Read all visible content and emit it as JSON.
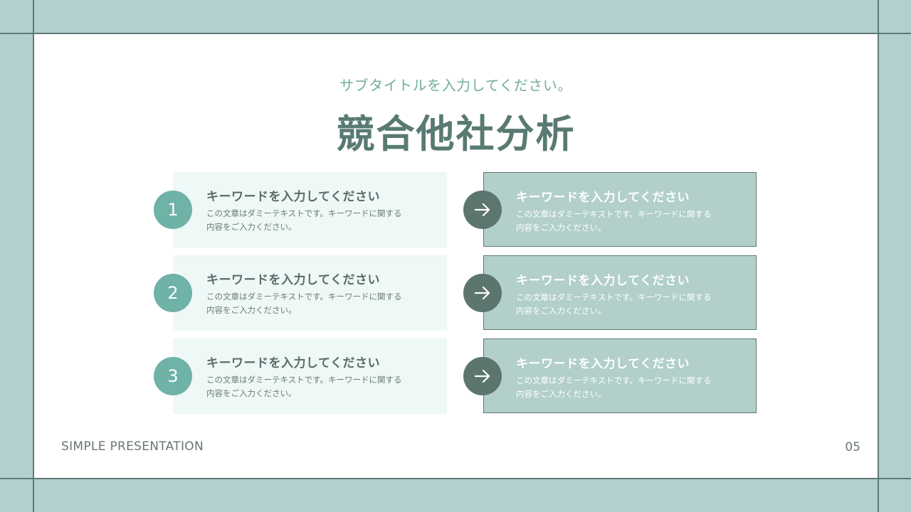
{
  "slide": {
    "subtitle": "サブタイトルを入力してください。",
    "title": "競合他社分析",
    "left_items": [
      {
        "number": "1",
        "heading": "キーワードを入力してください",
        "body_line1": "この文章はダミーテキストです。キーワードに関する",
        "body_line2": "内容をご入力ください。"
      },
      {
        "number": "2",
        "heading": "キーワードを入力してください",
        "body_line1": "この文章はダミーテキストです。キーワードに関する",
        "body_line2": "内容をご入力ください。"
      },
      {
        "number": "3",
        "heading": "キーワードを入力してください",
        "body_line1": "この文章はダミーテキストです。キーワードに関する",
        "body_line2": "内容をご入力ください。"
      }
    ],
    "right_items": [
      {
        "heading": "キーワードを入力してください",
        "body_line1": "この文章はダミーテキストです。キーワードに関する",
        "body_line2": "内容をご入力ください。"
      },
      {
        "heading": "キーワードを入力してください",
        "body_line1": "この文章はダミーテキストです。キーワードに関する",
        "body_line2": "内容をご入力ください。"
      },
      {
        "heading": "キーワードを入力してください",
        "body_line1": "この文章はダミーテキストです。キーワードに関する",
        "body_line2": "内容をご入力ください。"
      }
    ],
    "footer_label": "SIMPLE PRESENTATION",
    "page_number": "05"
  },
  "icons": {
    "arrow": "arrow-right-icon"
  },
  "colors": {
    "frame": "#b4cfcf",
    "frame_line": "#5e7a76",
    "subtitle": "#72ad9f",
    "title": "#587a72",
    "number_circle": "#6fb2a7",
    "arrow_circle": "#5c766f",
    "left_box": "#eef8f6",
    "right_box": "#b2cfca"
  }
}
